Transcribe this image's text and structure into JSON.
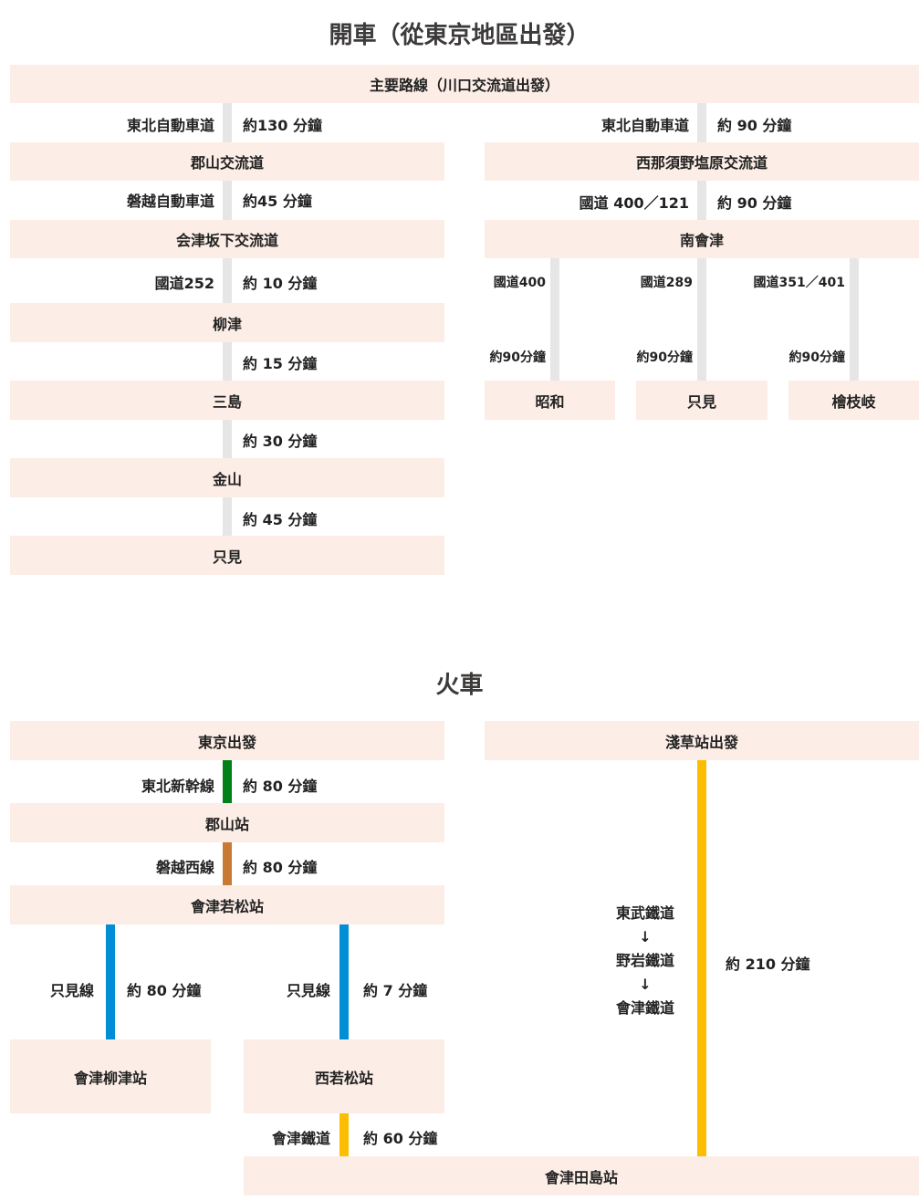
{
  "car": {
    "title": "開車（從東京地區出發）",
    "main_header": "主要路線（川口交流道出發）",
    "left_route": {
      "segments": [
        {
          "road": "東北自動車道",
          "time": "約130 分鐘"
        },
        {
          "road": "磐越自動車道",
          "time": "約45 分鐘"
        },
        {
          "road": "國道252",
          "time": "約 10 分鐘"
        },
        {
          "road": "",
          "time": "約 15 分鐘"
        },
        {
          "road": "",
          "time": "約 30 分鐘"
        },
        {
          "road": "",
          "time": "約 45 分鐘"
        }
      ],
      "stops": [
        "郡山交流道",
        "会津坂下交流道",
        "柳津",
        "三島",
        "金山",
        "只見"
      ]
    },
    "right_route": {
      "segments": [
        {
          "road": "東北自動車道",
          "time": "約 90 分鐘"
        },
        {
          "road": "國道 400／121",
          "time": "約 90 分鐘"
        }
      ],
      "stops": [
        "西那須野塩原交流道",
        "南會津"
      ],
      "branches": [
        {
          "road": "國道400",
          "time": "約90分鐘",
          "destination": "昭和"
        },
        {
          "road": "國道289",
          "time": "約90分鐘",
          "destination": "只見"
        },
        {
          "road": "國道351／401",
          "time": "約90分鐘",
          "destination": "檜枝岐"
        }
      ]
    }
  },
  "train": {
    "title": "火車",
    "left_route": {
      "start": "東京出發",
      "segments": [
        {
          "line": "東北新幹線",
          "time": "約 80 分鐘",
          "color": "#008018"
        },
        {
          "line": "磐越西線",
          "time": "約 80 分鐘",
          "color": "#c87a35"
        }
      ],
      "stops": [
        "郡山站",
        "會津若松站"
      ],
      "branches": [
        {
          "line": "只見線",
          "time": "約 80 分鐘",
          "destination": "會津柳津站",
          "color": "#008fd5"
        },
        {
          "line": "只見線",
          "time": "約 7 分鐘",
          "destination": "西若松站",
          "color": "#008fd5"
        }
      ],
      "final_segment": {
        "line": "會津鐵道",
        "time": "約 60 分鐘",
        "color": "#fdbd00"
      }
    },
    "right_route": {
      "start": "淺草站出發",
      "lines": [
        "東武鐵道",
        "↓",
        "野岩鐵道",
        "↓",
        "會津鐵道"
      ],
      "time": "約 210 分鐘",
      "color": "#fdbd00"
    },
    "end": "會津田島站"
  }
}
